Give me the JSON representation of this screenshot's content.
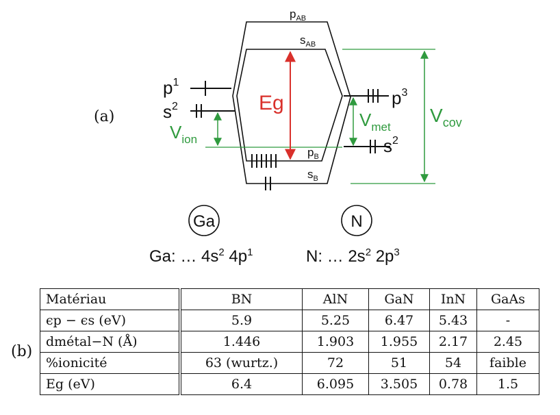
{
  "panel_a": "(a)",
  "panel_b": "(b)",
  "diagram": {
    "levels": {
      "p_ab": {
        "base": "p",
        "sub": "AB"
      },
      "s_ab": {
        "base": "s",
        "sub": "AB"
      },
      "p_b": {
        "base": "p",
        "sub": "B"
      },
      "s_b": {
        "base": "s",
        "sub": "B"
      },
      "ga_p": {
        "base": "p",
        "sup": "1"
      },
      "ga_s": {
        "base": "s",
        "sup": "2"
      },
      "n_p": {
        "base": "p",
        "sup": "3"
      },
      "n_s": {
        "base": "s",
        "sup": "2"
      }
    },
    "eg": "Eg",
    "v_ion": {
      "base": "V",
      "sub": "ion"
    },
    "v_met": {
      "base": "V",
      "sub": "met"
    },
    "v_cov": {
      "base": "V",
      "sub": "cov"
    },
    "atom_ga": "Ga",
    "atom_n": "N",
    "config_ga": {
      "prefix": "Ga: … 4s",
      "sup1": "2",
      "mid": " 4p",
      "sup2": "1"
    },
    "config_n": {
      "prefix": "N: … 2s",
      "sup1": "2",
      "mid": " 2p",
      "sup2": "3"
    },
    "colors": {
      "eg_arrow": "#d9302b",
      "v_arrows": "#2f9a3e",
      "lines": "#111111"
    }
  },
  "table": {
    "header": [
      "Matériau",
      "BN",
      "AlN",
      "GaN",
      "InN",
      "GaAs"
    ],
    "rows": [
      {
        "label": "ϵp − ϵs (eV)",
        "values": [
          "5.9",
          "5.25",
          "6.47",
          "5.43",
          "-"
        ]
      },
      {
        "label": "dmétal−N (Å)",
        "values": [
          "1.446",
          "1.903",
          "1.955",
          "2.17",
          "2.45"
        ]
      },
      {
        "label": "%ionicité",
        "values": [
          "63 (wurtz.)",
          "72",
          "51",
          "54",
          "faible"
        ]
      },
      {
        "label": "Eg (eV)",
        "values": [
          "6.4",
          "6.095",
          "3.505",
          "0.78",
          "1.5"
        ]
      }
    ]
  }
}
